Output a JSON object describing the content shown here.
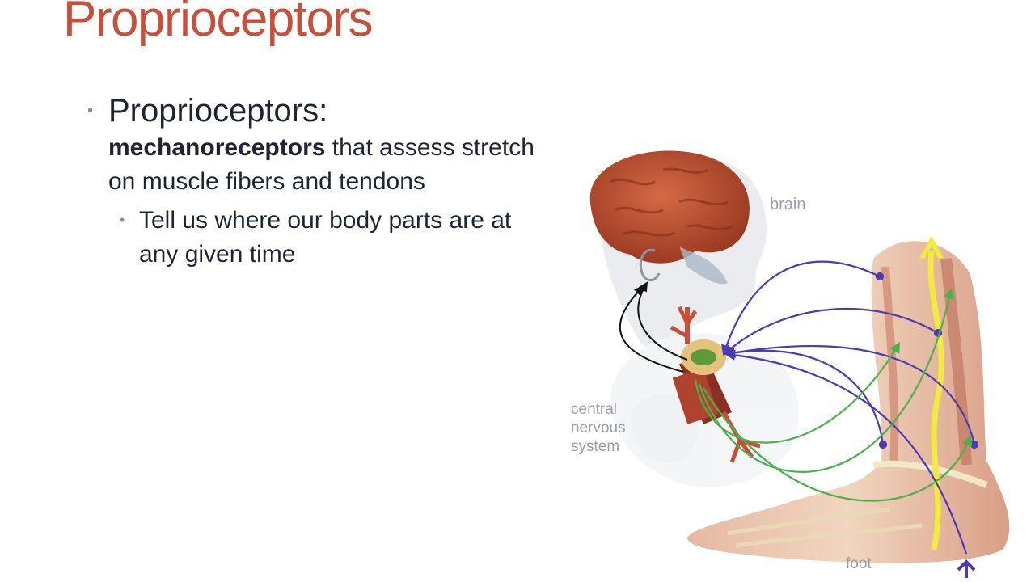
{
  "slide": {
    "title": "Proprioceptors",
    "bullet_1": {
      "head": "Proprioceptors:",
      "bold": "mechanoreceptors",
      "rest": " that assess stretch on muscle fibers and tendons"
    },
    "bullet_2": {
      "text": "Tell us where our body parts are at any given time"
    }
  },
  "figure": {
    "labels": {
      "brain": "brain",
      "cns_1": "central",
      "cns_2": "nervous",
      "cns_3": "system",
      "foot": "foot"
    },
    "colors": {
      "afferent": "#4b3ab3",
      "efferent": "#4cb04c",
      "motor_black": "#111111",
      "sensation": "#f2ea3c",
      "brain": "#b24a2a",
      "cord": "#b23a2a"
    }
  }
}
